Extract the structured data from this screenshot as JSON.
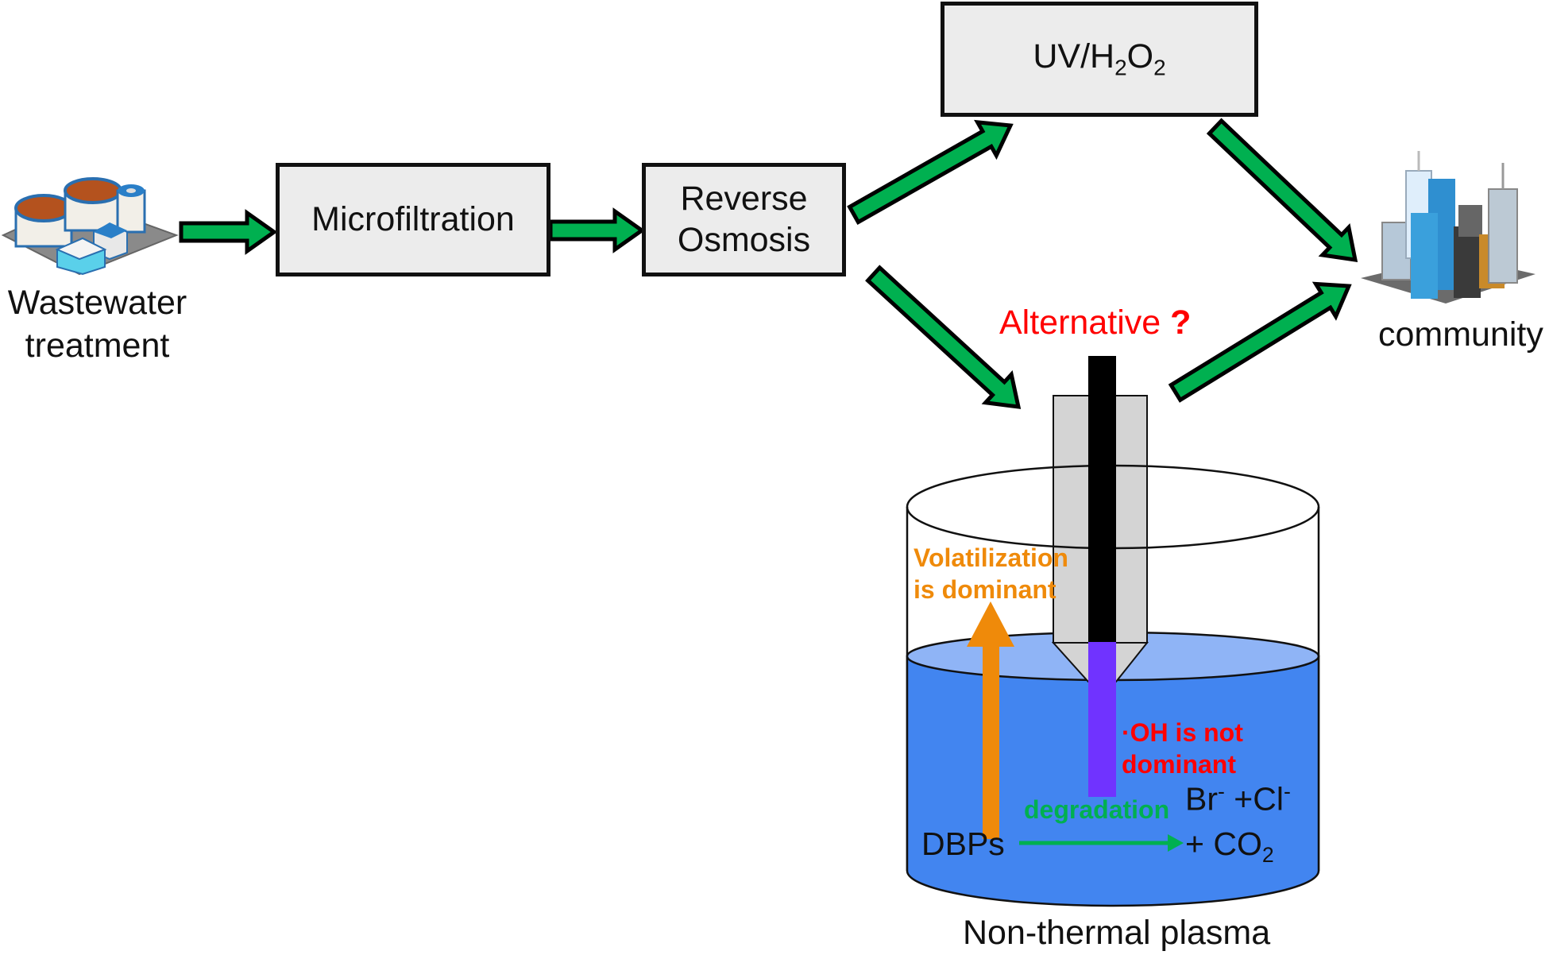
{
  "title": "Water reuse treatment train with non-thermal plasma alternative",
  "colors": {
    "arrow_green": "#00b050",
    "box_fill": "#ececec",
    "water_top": "#8fb4f6",
    "water_body": "#4285f0",
    "electrode_gray": "#d4d4d4",
    "plasma_purple": "#7033ff",
    "orange": "#ef8a0a",
    "red": "#ff0000",
    "degradation_green": "#00b050"
  },
  "nodes": {
    "wastewater": {
      "line1": "Wastewater",
      "line2": "treatment",
      "icon": "wastewater-plant-icon"
    },
    "microfiltration": {
      "label": "Microfiltration"
    },
    "reverse_osmosis": {
      "line1": "Reverse",
      "line2": "Osmosis"
    },
    "uv": {
      "prefix": "UV/H",
      "sub1": "2",
      "mid": "O",
      "sub2": "2"
    },
    "community": {
      "label": "community",
      "icon": "city-buildings-icon"
    },
    "alternative": {
      "label": "Alternative",
      "mark": "?"
    },
    "plasma": {
      "label": "Non-thermal plasma"
    }
  },
  "reactor": {
    "volatilization_line1": "Volatilization",
    "volatilization_line2": "is dominant",
    "oh_line1": "·OH is not",
    "oh_line2": "dominant",
    "degradation": "degradation",
    "dbps": "DBPs",
    "products_line1_a": "Br",
    "products_line1_sup1": "-",
    "products_line1_b": " +Cl",
    "products_line1_sup2": "-",
    "products_line2_a": "+ CO",
    "products_line2_sub": "2"
  }
}
